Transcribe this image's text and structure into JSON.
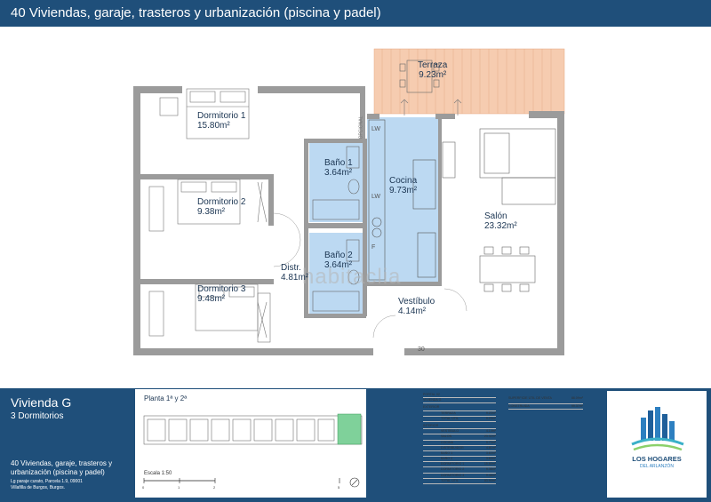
{
  "header": {
    "title": "40 Viviendas, garaje, trasteros y urbanización (piscina y padel)"
  },
  "rooms": [
    {
      "id": "terraza",
      "name": "Terraza",
      "area": "9.23m²"
    },
    {
      "id": "dormitorio1",
      "name": "Dormitorio 1",
      "area": "15.80m²"
    },
    {
      "id": "bano1",
      "name": "Baño 1",
      "area": "3.64m²"
    },
    {
      "id": "cocina",
      "name": "Cocina",
      "area": "9.73m²"
    },
    {
      "id": "dormitorio2",
      "name": "Dormitorio 2",
      "area": "9.38m²"
    },
    {
      "id": "salon",
      "name": "Salón",
      "area": "23.32m²"
    },
    {
      "id": "bano2",
      "name": "Baño 2",
      "area": "3.64m²"
    },
    {
      "id": "distr",
      "name": "Distr.",
      "area": "4.81m²"
    },
    {
      "id": "dormitorio3",
      "name": "Dormitorio 3",
      "area": "9.48m²"
    },
    {
      "id": "vestibulo",
      "name": "Vestíbulo",
      "area": "4.14m²"
    }
  ],
  "plan_marks": {
    "lw1": "LW",
    "lw2": "LW",
    "opcional": "OPCIONAL",
    "f": "F",
    "num": "30"
  },
  "watermark": "habitaclia",
  "info": {
    "unit": "Vivienda G",
    "bedrooms": "3 Dormitorios",
    "project_line1": "40 Viviendas, garaje, trasteros y",
    "project_line2": "urbanización (piscina y padel)",
    "address_line1": "Lg paraje curato, Parcela 1.9, 09001",
    "address_line2": "Villafilla de Burgos, Burgos.",
    "floor": "Planta 1ª y 2ª",
    "scale_label": "Escala 1:50",
    "scale_ticks": [
      "0",
      "1",
      "2",
      "5"
    ]
  },
  "table_left": {
    "portal": [
      "PORTAL 02",
      ""
    ],
    "vivienda": [
      "VIVIENDA G",
      ""
    ],
    "exterior_title": "EXTERIOR",
    "exterior": [
      [
        "TERRAZA",
        "9.23m²"
      ],
      [
        "TOTAL ÚTIL",
        "9.23m²"
      ]
    ],
    "interior_title": "INTERIOR",
    "interior": [
      [
        "VESTÍBULO",
        "4.14m²"
      ],
      [
        "SALÓN",
        "23.32m²"
      ],
      [
        "COCINA",
        "9.73m²"
      ],
      [
        "DISTRIBUIDOR",
        "4.81m²"
      ],
      [
        "BAÑO 1",
        "3.64m²"
      ],
      [
        "BAÑO 2",
        "3.64m²"
      ],
      [
        "DORMITORIO 1",
        "15.80m²"
      ],
      [
        "DORMITORIO 2",
        "9.38m²"
      ],
      [
        "DORMITORIO 3",
        "9.48m²"
      ],
      [
        "TOTAL ÚTIL",
        "83.94m²"
      ]
    ]
  },
  "table_right": [
    [
      "SUPERFICIE ÚTIL DE VENTA",
      "88.09m²"
    ],
    [
      "CONSTRUIDA",
      "99.37m²"
    ]
  ],
  "brand": {
    "line1": "LOS HOGARES",
    "line2": "DEL ARLANZÓN"
  },
  "colors": {
    "header_bg": "#1f4f7a",
    "bath_fill": "#bcd9f2",
    "terrace_fill": "#f6ccb0",
    "wall": "#9b9b9b"
  }
}
